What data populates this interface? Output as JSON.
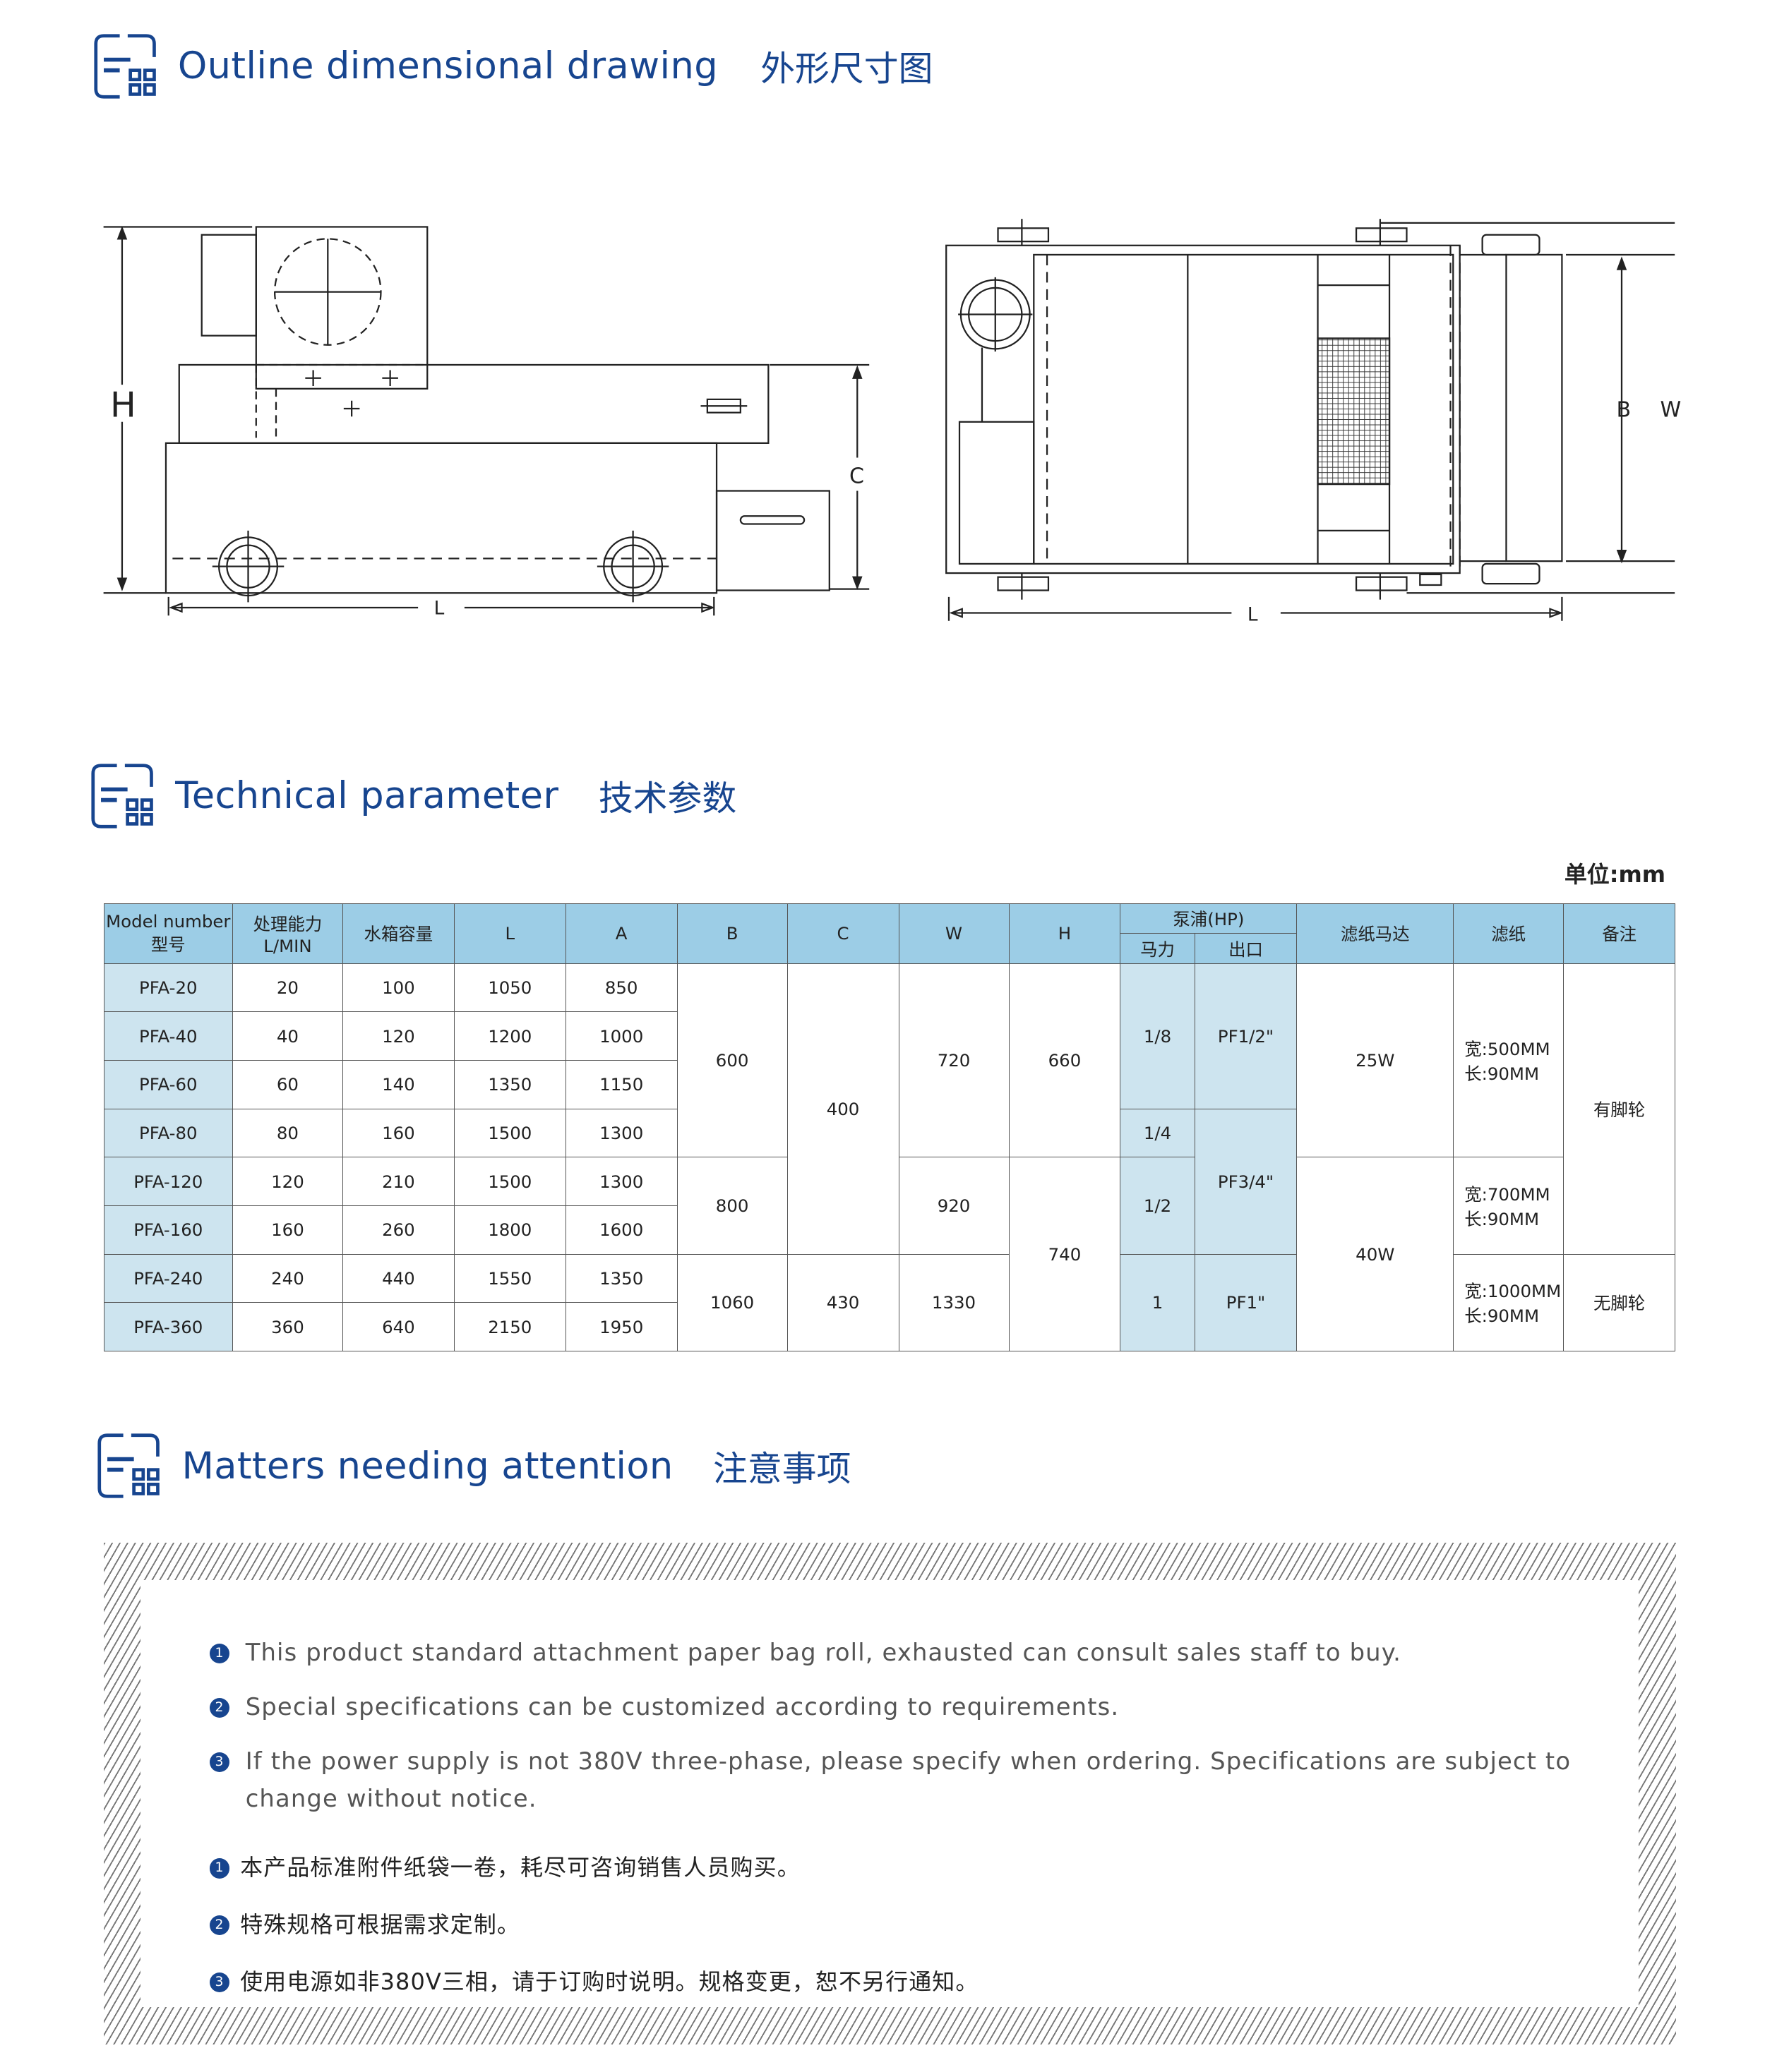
{
  "sections": {
    "outline": {
      "title": "Outline dimensional drawing",
      "title_cn": "外形尺寸图"
    },
    "technical": {
      "title": "Technical parameter",
      "title_cn": "技术参数"
    },
    "attention": {
      "title": "Matters needing attention",
      "title_cn": "注意事项"
    }
  },
  "drawing": {
    "labels": {
      "h": "H",
      "l1": "L",
      "c": "C",
      "l2": "L",
      "b": "B",
      "w": "W"
    }
  },
  "table": {
    "unit": "单位:mm",
    "headers": {
      "model": "Model number",
      "model_cn": "型号",
      "capacity": "处理能力",
      "capacity_unit": "L/MIN",
      "tank": "水箱容量",
      "L": "L",
      "A": "A",
      "B": "B",
      "C": "C",
      "W": "W",
      "H": "H",
      "pump": "泵浦(HP)",
      "hp": "马力",
      "outlet": "出口",
      "motor": "滤纸马达",
      "paper": "滤纸",
      "remark": "备注"
    },
    "rows": [
      {
        "model": "PFA-20",
        "cap": "20",
        "tank": "100",
        "L": "1050",
        "A": "850"
      },
      {
        "model": "PFA-40",
        "cap": "40",
        "tank": "120",
        "L": "1200",
        "A": "1000"
      },
      {
        "model": "PFA-60",
        "cap": "60",
        "tank": "140",
        "L": "1350",
        "A": "1150"
      },
      {
        "model": "PFA-80",
        "cap": "80",
        "tank": "160",
        "L": "1500",
        "A": "1300"
      },
      {
        "model": "PFA-120",
        "cap": "120",
        "tank": "210",
        "L": "1500",
        "A": "1300"
      },
      {
        "model": "PFA-160",
        "cap": "160",
        "tank": "260",
        "L": "1800",
        "A": "1600"
      },
      {
        "model": "PFA-240",
        "cap": "240",
        "tank": "440",
        "L": "1550",
        "A": "1350"
      },
      {
        "model": "PFA-360",
        "cap": "360",
        "tank": "640",
        "L": "2150",
        "A": "1950"
      }
    ],
    "merged": {
      "B": [
        "600",
        "800",
        "1060"
      ],
      "C": [
        "400",
        "430"
      ],
      "W": [
        "720",
        "920",
        "1330"
      ],
      "H": [
        "660",
        "740"
      ],
      "hp": [
        "1/8",
        "1/4",
        "1/2",
        "1"
      ],
      "outlet": [
        "PF1/2\"",
        "PF3/4\"",
        "PF1\""
      ],
      "motor": [
        "25W",
        "40W"
      ],
      "paper": [
        [
          "宽:500MM",
          "长:90MM"
        ],
        [
          "宽:700MM",
          "长:90MM"
        ],
        [
          "宽:1000MM",
          "长:90MM"
        ]
      ],
      "remark": [
        "有脚轮",
        "无脚轮"
      ]
    }
  },
  "notes": {
    "en": [
      "This product standard attachment paper bag roll, exhausted can consult sales staff to buy.",
      "Special specifications can be customized according to requirements.",
      "If the power supply is not 380V three-phase, please specify when ordering. Specifications are subject to change without notice."
    ],
    "cn": [
      "本产品标准附件纸袋一卷，耗尽可咨询销售人员购买。",
      "特殊规格可根据需求定制。",
      "使用电源如非380V三相，请于订购时说明。规格变更，恕不另行通知。"
    ],
    "numbers": [
      "1",
      "2",
      "3"
    ]
  },
  "colors": {
    "brand": "#17458f",
    "header_bg": "#9ccde6",
    "light_cell": "#cde4ef"
  }
}
